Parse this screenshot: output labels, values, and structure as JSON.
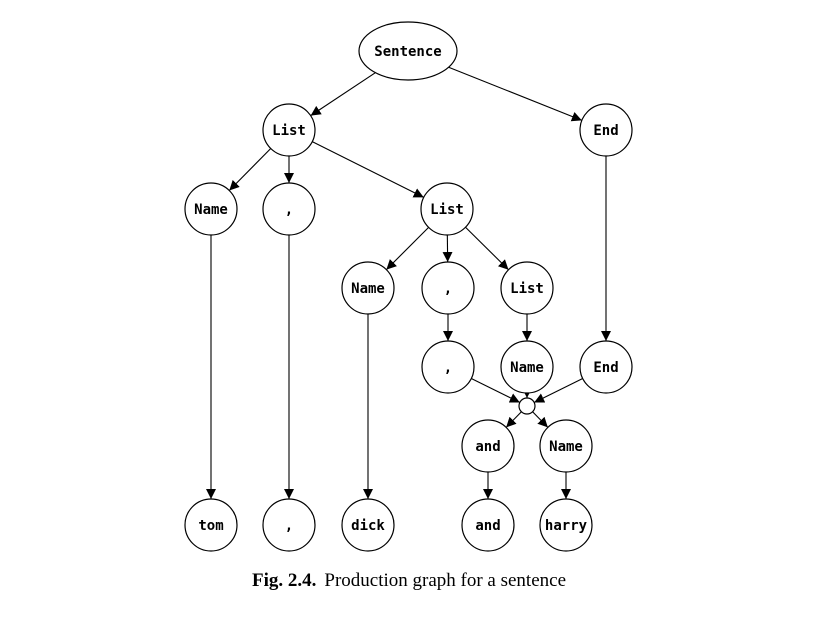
{
  "figure": {
    "caption_label": "Fig. 2.4.",
    "caption_text": "Production graph for a sentence"
  },
  "nodes": [
    {
      "id": "sentence",
      "label": "Sentence"
    },
    {
      "id": "list1",
      "label": "List"
    },
    {
      "id": "end1",
      "label": "End"
    },
    {
      "id": "name1",
      "label": "Name"
    },
    {
      "id": "comma1",
      "label": ","
    },
    {
      "id": "list2",
      "label": "List"
    },
    {
      "id": "name2",
      "label": "Name"
    },
    {
      "id": "comma2",
      "label": ","
    },
    {
      "id": "list3",
      "label": "List"
    },
    {
      "id": "comma3",
      "label": ","
    },
    {
      "id": "name3",
      "label": "Name"
    },
    {
      "id": "end2",
      "label": "End"
    },
    {
      "id": "and1",
      "label": "and"
    },
    {
      "id": "name4",
      "label": "Name"
    },
    {
      "id": "tom",
      "label": "tom"
    },
    {
      "id": "comma4",
      "label": ","
    },
    {
      "id": "dick",
      "label": "dick"
    },
    {
      "id": "and2",
      "label": "and"
    },
    {
      "id": "harry",
      "label": "harry"
    }
  ],
  "edges": [
    [
      "sentence",
      "list1"
    ],
    [
      "sentence",
      "end1"
    ],
    [
      "list1",
      "name1"
    ],
    [
      "list1",
      "comma1"
    ],
    [
      "list1",
      "list2"
    ],
    [
      "list2",
      "name2"
    ],
    [
      "list2",
      "comma2"
    ],
    [
      "list2",
      "list3"
    ],
    [
      "end1",
      "end2"
    ],
    [
      "comma2",
      "comma3"
    ],
    [
      "list3",
      "name3"
    ],
    [
      "comma3",
      "junction"
    ],
    [
      "name3",
      "junction"
    ],
    [
      "end2",
      "junction"
    ],
    [
      "junction",
      "and1"
    ],
    [
      "junction",
      "name4"
    ],
    [
      "name1",
      "tom"
    ],
    [
      "comma1",
      "comma4"
    ],
    [
      "name2",
      "dick"
    ],
    [
      "and1",
      "and2"
    ],
    [
      "name4",
      "harry"
    ]
  ]
}
